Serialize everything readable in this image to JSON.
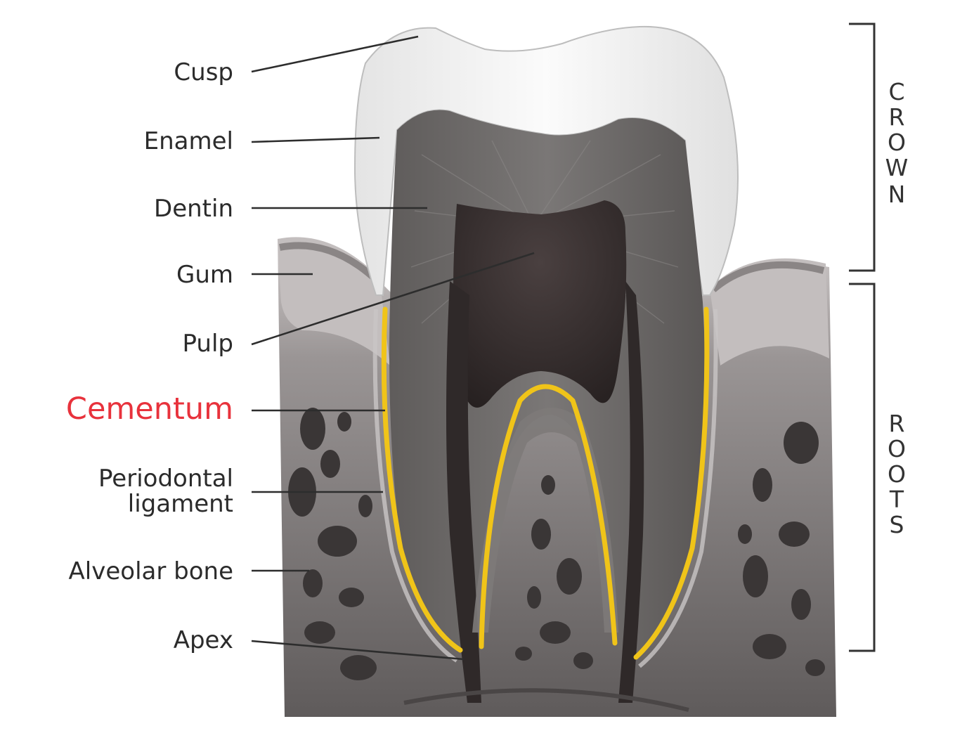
{
  "labels": {
    "cusp": "Cusp",
    "enamel": "Enamel",
    "dentin": "Dentin",
    "gum": "Gum",
    "pulp": "Pulp",
    "cementum": "Cementum",
    "periodontal_line1": "Periodontal",
    "periodontal_line2": "ligament",
    "alveolar_bone": "Alveolar bone",
    "apex": "Apex"
  },
  "sections": {
    "crown": [
      "C",
      "R",
      "O",
      "W",
      "N"
    ],
    "roots": [
      "R",
      "O",
      "O",
      "T",
      "S"
    ]
  },
  "colors": {
    "label_text": "#2b2b2b",
    "highlight_label": "#e8323c",
    "cementum": "#f0c419",
    "enamel": "#f3f3f3",
    "dentin": "#6e6b6a",
    "pulp": "#3a3232",
    "bone": "#8c8886",
    "gum": "#b8b4b4"
  }
}
